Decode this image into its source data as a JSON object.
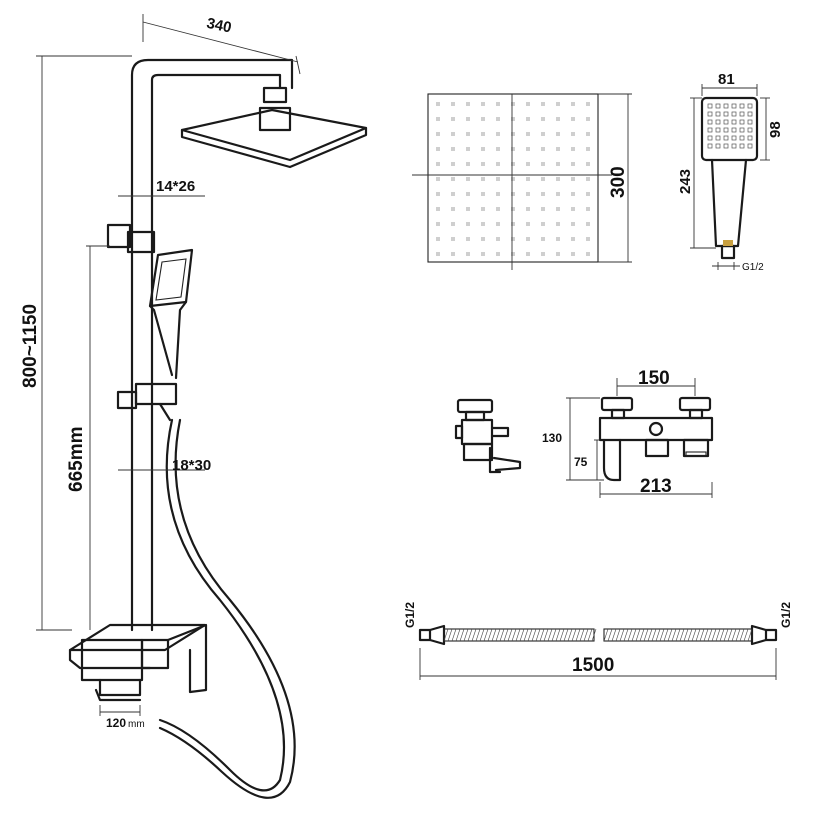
{
  "labels": {
    "arm_length": "340",
    "pipe_upper": "14*26",
    "pipe_lower": "18*30",
    "height_range": "800~1150",
    "rail_length": "665mm",
    "spout": "120",
    "spout_unit": "mm",
    "head_size": "300",
    "hand_width": "81",
    "hand_head": "98",
    "hand_length": "243",
    "hand_thread": "G1/2",
    "mixer_centers": "150",
    "mixer_height": "130",
    "mixer_body": "75",
    "mixer_width": "213",
    "hose_thread_left": "G1/2",
    "hose_thread_right": "G1/2",
    "hose_length": "1500"
  },
  "colors": {
    "line": "#1a1a1a",
    "dots": "#cfcfcf",
    "accent": "#c8a040"
  }
}
